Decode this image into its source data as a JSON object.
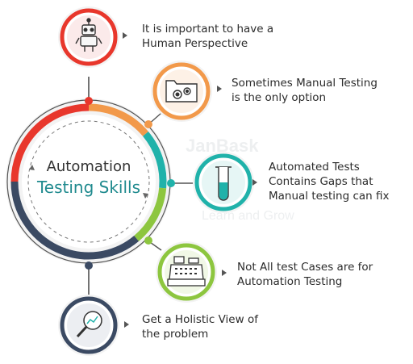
{
  "center": {
    "line1": "Automation",
    "line2": "Testing Skills"
  },
  "watermark": {
    "brand": "JanBask",
    "tagline": "Learn and Grow"
  },
  "items": [
    {
      "text": [
        "It is important to have a",
        "Human Perspective"
      ],
      "icon": "robot-icon",
      "color": "#e8372c"
    },
    {
      "text": [
        "Sometimes Manual Testing",
        "is the only option"
      ],
      "icon": "folder-gears-icon",
      "color": "#f2994a"
    },
    {
      "text": [
        "Automated Tests",
        "Contains Gaps that",
        "Manual testing can fix"
      ],
      "icon": "test-tube-icon",
      "color": "#20b2aa"
    },
    {
      "text": [
        "Not All test Cases are for",
        "Automation Testing"
      ],
      "icon": "cash-register-icon",
      "color": "#8dc63f"
    },
    {
      "text": [
        "Get a Holistic View of",
        "the problem"
      ],
      "icon": "magnifier-chart-icon",
      "color": "#3b4a63"
    }
  ],
  "colors": {
    "red": "#e8372c",
    "orange": "#f2994a",
    "teal": "#20b2aa",
    "green": "#8dc63f",
    "navy": "#3b4a63",
    "line": "#555555"
  }
}
